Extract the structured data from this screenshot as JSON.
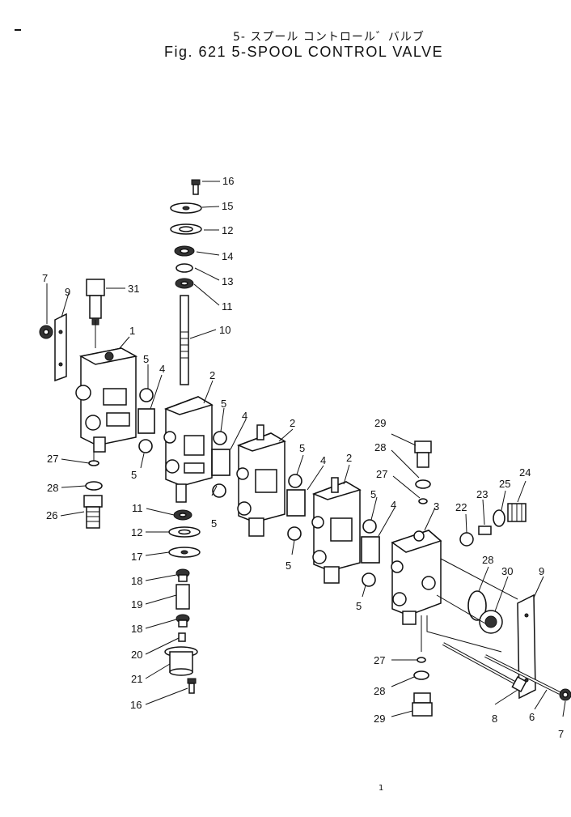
{
  "title": {
    "japanese": "5- スプール コントロール゛バルブ",
    "english": "Fig. 621 5-SPOOL CONTROL VALVE"
  },
  "page_mark": "1",
  "labels": [
    "16",
    "15",
    "12",
    "14",
    "13",
    "11",
    "10",
    "31",
    "7",
    "9",
    "1",
    "2",
    "4",
    "5",
    "27",
    "28",
    "26",
    "11",
    "12",
    "17",
    "18",
    "19",
    "18",
    "20",
    "21",
    "16",
    "2",
    "4",
    "5",
    "2",
    "4",
    "5",
    "29",
    "28",
    "27",
    "3",
    "22",
    "23",
    "25",
    "24",
    "28",
    "30",
    "9",
    "27",
    "28",
    "29",
    "8",
    "6",
    "7"
  ]
}
